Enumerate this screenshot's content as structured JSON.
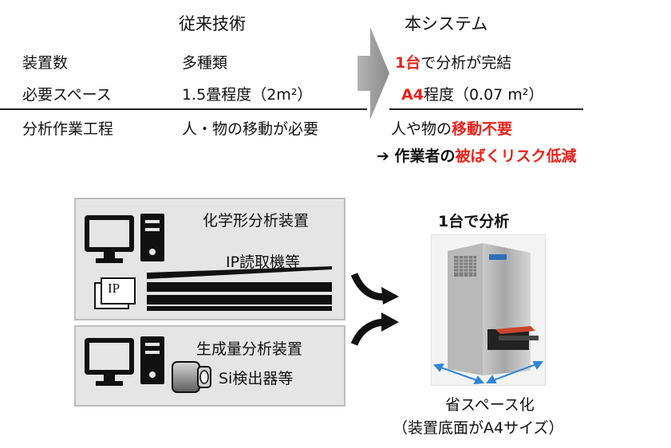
{
  "comparison": {
    "header_left": "従来技術",
    "header_right": "本システム",
    "rows": [
      {
        "label": "装置数",
        "left": "多種類",
        "right_red": "1台",
        "right_rest": "で分析が完結"
      },
      {
        "label": "必要スペース",
        "left": "1.5畳程度（2m²）",
        "right_red": "A4",
        "right_rest": "程度（0.07 m²）"
      },
      {
        "label": "分析作業工程",
        "left": "人・物の移動が必要",
        "right_plain": "人や物の",
        "right_red": "移動不要"
      }
    ],
    "benefit_prefix": "➔ 作業者の",
    "benefit_red": "被ばくリスク低減"
  },
  "diagram": {
    "panel1_title": "化学形分析装置",
    "panel1_sub": "IP読取機等",
    "ip_label": "IP",
    "panel2_title": "生成量分析装置",
    "panel2_sub": "Si検出器等",
    "device_title": "1台で分析",
    "caption_line1": "省スペース化",
    "caption_line2": "（装置底面がA4サイズ）"
  },
  "colors": {
    "accent_red": "#e8231b",
    "arrow_blue": "#2f86d6",
    "panel_gray": "#e5e5e5"
  }
}
